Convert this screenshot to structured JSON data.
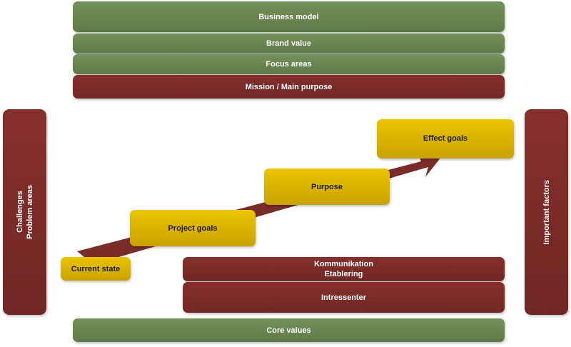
{
  "top_stack": {
    "business_model": "Business model",
    "brand_value": "Brand value",
    "focus_areas": "Focus areas",
    "mission": "Mission / Main purpose"
  },
  "side": {
    "left_line1": "Challenges",
    "left_line2": "Problem areas",
    "right": "Important factors"
  },
  "steps": {
    "current_state": "Current state",
    "project_goals": "Project goals",
    "purpose": "Purpose",
    "effect_goals": "Effect goals"
  },
  "bottom": {
    "kommunikation": "Kommunikation",
    "etablering": "Etablering",
    "intressenter": "Intressenter",
    "core_values": "Core values"
  },
  "colors": {
    "green": "#6a8551",
    "dark_red": "#7a2c28",
    "gold": "#dbb300"
  }
}
